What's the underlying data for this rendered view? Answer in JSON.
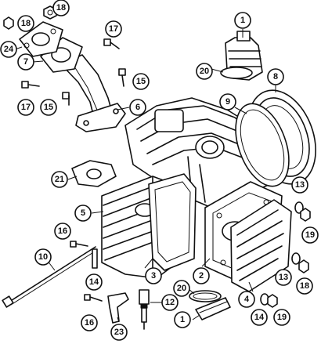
{
  "callouts": [
    {
      "id": "c1a",
      "label": "1"
    },
    {
      "id": "c1b",
      "label": "1"
    },
    {
      "id": "c2",
      "label": "2"
    },
    {
      "id": "c3",
      "label": "3"
    },
    {
      "id": "c4",
      "label": "4"
    },
    {
      "id": "c5",
      "label": "5"
    },
    {
      "id": "c6",
      "label": "6"
    },
    {
      "id": "c7",
      "label": "7"
    },
    {
      "id": "c8",
      "label": "8"
    },
    {
      "id": "c9",
      "label": "9"
    },
    {
      "id": "c10",
      "label": "10"
    },
    {
      "id": "c12",
      "label": "12"
    },
    {
      "id": "c13a",
      "label": "13"
    },
    {
      "id": "c13b",
      "label": "13"
    },
    {
      "id": "c14a",
      "label": "14"
    },
    {
      "id": "c14b",
      "label": "14"
    },
    {
      "id": "c15a",
      "label": "15"
    },
    {
      "id": "c15b",
      "label": "15"
    },
    {
      "id": "c16a",
      "label": "16"
    },
    {
      "id": "c16b",
      "label": "16"
    },
    {
      "id": "c17a",
      "label": "17"
    },
    {
      "id": "c17b",
      "label": "17"
    },
    {
      "id": "c18a",
      "label": "18"
    },
    {
      "id": "c18b",
      "label": "18"
    },
    {
      "id": "c18c",
      "label": "18"
    },
    {
      "id": "c19a",
      "label": "19"
    },
    {
      "id": "c19b",
      "label": "19"
    },
    {
      "id": "c20a",
      "label": "20"
    },
    {
      "id": "c20b",
      "label": "20"
    },
    {
      "id": "c21",
      "label": "21"
    },
    {
      "id": "c23",
      "label": "23"
    },
    {
      "id": "c24",
      "label": "24"
    }
  ]
}
